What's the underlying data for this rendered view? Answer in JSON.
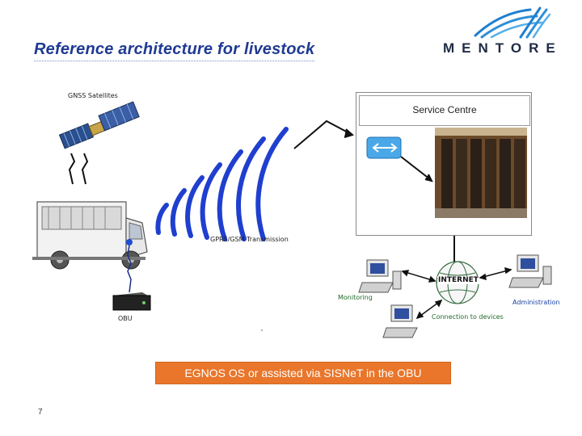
{
  "slide": {
    "title": "Reference architecture for livestock",
    "page_number": "7"
  },
  "logo": {
    "text": "MENTORE"
  },
  "labels": {
    "satellites": "GNSS Satellites",
    "transmission": "GPRS/GSM Transmission",
    "obu": "OBU",
    "service_centre": "Service Centre",
    "internet": "INTERNET",
    "monitoring": "Monitoring",
    "connection": "Connection to devices",
    "administration": "Administration"
  },
  "note": {
    "text": "EGNOS OS or assisted via SISNeT in the OBU"
  },
  "colors": {
    "title": "#1f3a93",
    "note_bg": "#e9762b",
    "logo_blue": "#2f8fd8"
  }
}
